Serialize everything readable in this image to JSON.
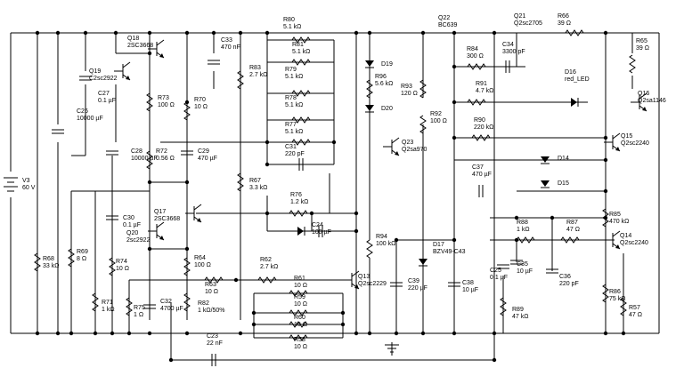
{
  "components": [
    {
      "id": "R80",
      "lines": [
        "R80",
        "5.1 kΩ"
      ]
    },
    {
      "id": "R81",
      "lines": [
        "R81",
        "5.1 kΩ"
      ]
    },
    {
      "id": "R79",
      "lines": [
        "R79",
        "5.1 kΩ"
      ]
    },
    {
      "id": "R78",
      "lines": [
        "R78",
        "5.1 kΩ"
      ]
    },
    {
      "id": "R77",
      "lines": [
        "R77",
        "5.1 kΩ"
      ]
    },
    {
      "id": "C31",
      "lines": [
        "C31",
        "220 pF"
      ]
    },
    {
      "id": "R83",
      "lines": [
        "R83",
        "2.7 kΩ"
      ]
    },
    {
      "id": "C33",
      "lines": [
        "C33",
        "470 nF"
      ]
    },
    {
      "id": "Q18",
      "lines": [
        "Q18",
        "2SC3668"
      ]
    },
    {
      "id": "Q19",
      "lines": [
        "Q19",
        "C2sc2922"
      ]
    },
    {
      "id": "C27",
      "lines": [
        "C27",
        "0.1 µF"
      ]
    },
    {
      "id": "C26",
      "lines": [
        "C26",
        "10000 µF"
      ]
    },
    {
      "id": "R73",
      "lines": [
        "R73",
        "100 Ω"
      ]
    },
    {
      "id": "R70",
      "lines": [
        "R70",
        "10 Ω"
      ]
    },
    {
      "id": "C28",
      "lines": [
        "C28",
        "10000 µF"
      ]
    },
    {
      "id": "R72",
      "lines": [
        "R72",
        "0.56 Ω"
      ]
    },
    {
      "id": "C29",
      "lines": [
        "C29",
        "470 µF"
      ]
    },
    {
      "id": "R67",
      "lines": [
        "R67",
        "3.3 kΩ"
      ]
    },
    {
      "id": "Q17",
      "lines": [
        "Q17",
        "2SC3668"
      ]
    },
    {
      "id": "C30",
      "lines": [
        "C30",
        "0.1 µF"
      ]
    },
    {
      "id": "Q20",
      "lines": [
        "Q20",
        "2sc2922"
      ]
    },
    {
      "id": "R69",
      "lines": [
        "R69",
        "8 Ω"
      ]
    },
    {
      "id": "R74",
      "lines": [
        "R74",
        "10 Ω"
      ]
    },
    {
      "id": "R71",
      "lines": [
        "R71",
        "1 kΩ"
      ]
    },
    {
      "id": "R75",
      "lines": [
        "R75",
        "1 Ω"
      ]
    },
    {
      "id": "C32",
      "lines": [
        "C32",
        "4700 µF"
      ]
    },
    {
      "id": "R64",
      "lines": [
        "R64",
        "100 Ω"
      ]
    },
    {
      "id": "R63",
      "lines": [
        "R63",
        "10 Ω"
      ]
    },
    {
      "id": "R62",
      "lines": [
        "R62",
        "2.7 kΩ"
      ]
    },
    {
      "id": "R82",
      "lines": [
        "R82",
        "1 kΩ/50%"
      ]
    },
    {
      "id": "R68",
      "lines": [
        "R68",
        "33 kΩ"
      ]
    },
    {
      "id": "V3",
      "lines": [
        "V3",
        "60 V"
      ]
    },
    {
      "id": "R76",
      "lines": [
        "R76",
        "1.2 kΩ"
      ]
    },
    {
      "id": "C24",
      "lines": [
        "C24",
        "100 µF"
      ]
    },
    {
      "id": "R61",
      "lines": [
        "R61",
        "10 Ω"
      ]
    },
    {
      "id": "R59",
      "lines": [
        "R59",
        "10 Ω"
      ]
    },
    {
      "id": "R60",
      "lines": [
        "R60",
        "10 Ω"
      ]
    },
    {
      "id": "R58",
      "lines": [
        "R58",
        "10 Ω"
      ]
    },
    {
      "id": "C23",
      "lines": [
        "C23",
        "22 nF"
      ]
    },
    {
      "id": "Q13",
      "lines": [
        "Q13",
        "Q2sc2229"
      ]
    },
    {
      "id": "R94",
      "lines": [
        "R94",
        "100 kΩ"
      ]
    },
    {
      "id": "D19",
      "lines": [
        "D19"
      ]
    },
    {
      "id": "D20",
      "lines": [
        "D20"
      ]
    },
    {
      "id": "R96",
      "lines": [
        "R96",
        "5.6 kΩ"
      ]
    },
    {
      "id": "Q22",
      "lines": [
        "Q22",
        "BC639"
      ]
    },
    {
      "id": "R93",
      "lines": [
        "R93",
        "120 Ω"
      ]
    },
    {
      "id": "R92",
      "lines": [
        "R92",
        "100 Ω"
      ]
    },
    {
      "id": "Q23",
      "lines": [
        "Q23",
        "Q2sa970"
      ]
    },
    {
      "id": "C39",
      "lines": [
        "C39",
        "220 µF"
      ]
    },
    {
      "id": "D17",
      "lines": [
        "D17",
        "BZV49-C43"
      ]
    },
    {
      "id": "C38",
      "lines": [
        "C38",
        "10 µF"
      ]
    },
    {
      "id": "Q21",
      "lines": [
        "Q21",
        "Q2sc2705"
      ]
    },
    {
      "id": "R84",
      "lines": [
        "R84",
        "300 Ω"
      ]
    },
    {
      "id": "C34",
      "lines": [
        "C34",
        "3300 pF"
      ]
    },
    {
      "id": "R91",
      "lines": [
        "R91",
        "4.7 kΩ"
      ]
    },
    {
      "id": "R66",
      "lines": [
        "R66",
        "39 Ω"
      ]
    },
    {
      "id": "R65",
      "lines": [
        "R65",
        "39 Ω"
      ]
    },
    {
      "id": "D16",
      "lines": [
        "D16",
        "red_LED"
      ]
    },
    {
      "id": "Q16",
      "lines": [
        "Q16",
        "Q2sa1146"
      ]
    },
    {
      "id": "R90",
      "lines": [
        "R90",
        "220 kΩ"
      ]
    },
    {
      "id": "Q15",
      "lines": [
        "Q15",
        "Q2sc2240"
      ]
    },
    {
      "id": "D14",
      "lines": [
        "D14"
      ]
    },
    {
      "id": "D15",
      "lines": [
        "D15"
      ]
    },
    {
      "id": "C37",
      "lines": [
        "C37",
        "470 µF"
      ]
    },
    {
      "id": "R85",
      "lines": [
        "R85",
        "470 kΩ"
      ]
    },
    {
      "id": "R88",
      "lines": [
        "R88",
        "1 kΩ"
      ]
    },
    {
      "id": "R87",
      "lines": [
        "R87",
        "47 Ω"
      ]
    },
    {
      "id": "Q14",
      "lines": [
        "Q14",
        "Q2sc2240"
      ]
    },
    {
      "id": "C35",
      "lines": [
        "C35",
        "10 µF"
      ]
    },
    {
      "id": "C36",
      "lines": [
        "C36",
        "220 pF"
      ]
    },
    {
      "id": "C25",
      "lines": [
        "C25",
        "0.1 µF"
      ]
    },
    {
      "id": "R89",
      "lines": [
        "R89",
        "47 kΩ"
      ]
    },
    {
      "id": "R86",
      "lines": [
        "R86",
        "75 kΩ"
      ]
    },
    {
      "id": "R57",
      "lines": [
        "R57",
        "47 Ω"
      ]
    }
  ]
}
